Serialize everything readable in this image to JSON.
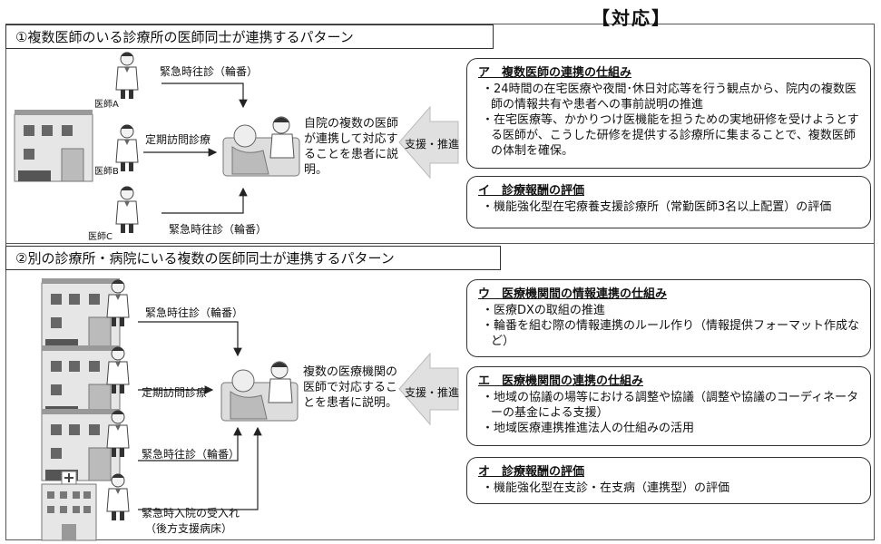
{
  "header": "【対応】",
  "pattern1": {
    "title": "①複数医師のいる診療所の医師同士が連携するパターン",
    "doctor_a": "医師A",
    "doctor_b": "医師B",
    "doctor_c": "医師C",
    "top_label": "緊急時往診（輪番）",
    "mid_label": "定期訪問診療",
    "bottom_label": "緊急時往診（輪番）",
    "center_text": "自院の複数の医師が連携して対応することを患者に説明。",
    "support": "支援・推進"
  },
  "pattern2": {
    "title": "②別の診療所・病院にいる複数の医師同士が連携するパターン",
    "top_label": "緊急時往診（輪番）",
    "mid_label": "定期訪問診療",
    "lower_label": "緊急時往診（輪番）",
    "bottom_label_1": "緊急時入院の受入れ",
    "bottom_label_2": "（後方支援病床）",
    "center_text": "複数の医療機関の医師で対応することを患者に説明。",
    "support": "支援・推進"
  },
  "boxes": {
    "a": {
      "title": "ア　複数医師の連携の仕組み",
      "items": [
        "24時間の在宅医療や夜間･休日対応等を行う観点から、院内の複数医師の情報共有や患者への事前説明の推進",
        "在宅医療等、かかりつけ医機能を担うための実地研修を受けようとする医師が、こうした研修を提供する診療所に集まることで、複数医師の体制を確保。"
      ]
    },
    "i": {
      "title": "イ　診療報酬の評価",
      "items": [
        "機能強化型在宅療養支援診療所（常勤医師3名以上配置）の評価"
      ]
    },
    "u": {
      "title": "ウ　医療機関間の情報連携の仕組み",
      "items": [
        "医療DXの取組の推進",
        "輪番を組む際の情報連携のルール作り（情報提供フォーマット作成など）"
      ]
    },
    "e": {
      "title": "エ　医療機関間の連携の仕組み",
      "items": [
        "地域の協議の場等における調整や協議（調整や協議のコーディネーターの基金による支援）",
        "地域医療連携推進法人の仕組みの活用"
      ]
    },
    "o": {
      "title": "オ　診療報酬の評価",
      "items": [
        "機能強化型在支診・在支病（連携型）の評価"
      ]
    }
  }
}
